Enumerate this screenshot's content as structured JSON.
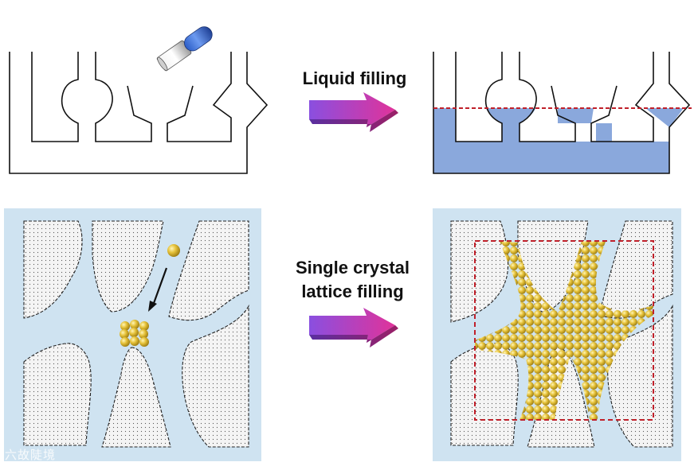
{
  "labels": {
    "liquid_filling": "Liquid filling",
    "single_crystal_line1": "Single crystal",
    "single_crystal_line2": "lattice filling"
  },
  "watermark": "六故陡境",
  "colors": {
    "liquid_fill": "#8aa8dc",
    "porous_background": "#cfe3f1",
    "crystal_gold": "#e6c23a",
    "dashed_red": "#c0202a",
    "arrow_gradient_start": "#8a4fe0",
    "arrow_gradient_end": "#e0339a",
    "pipette_blue": "#3f74d6"
  }
}
